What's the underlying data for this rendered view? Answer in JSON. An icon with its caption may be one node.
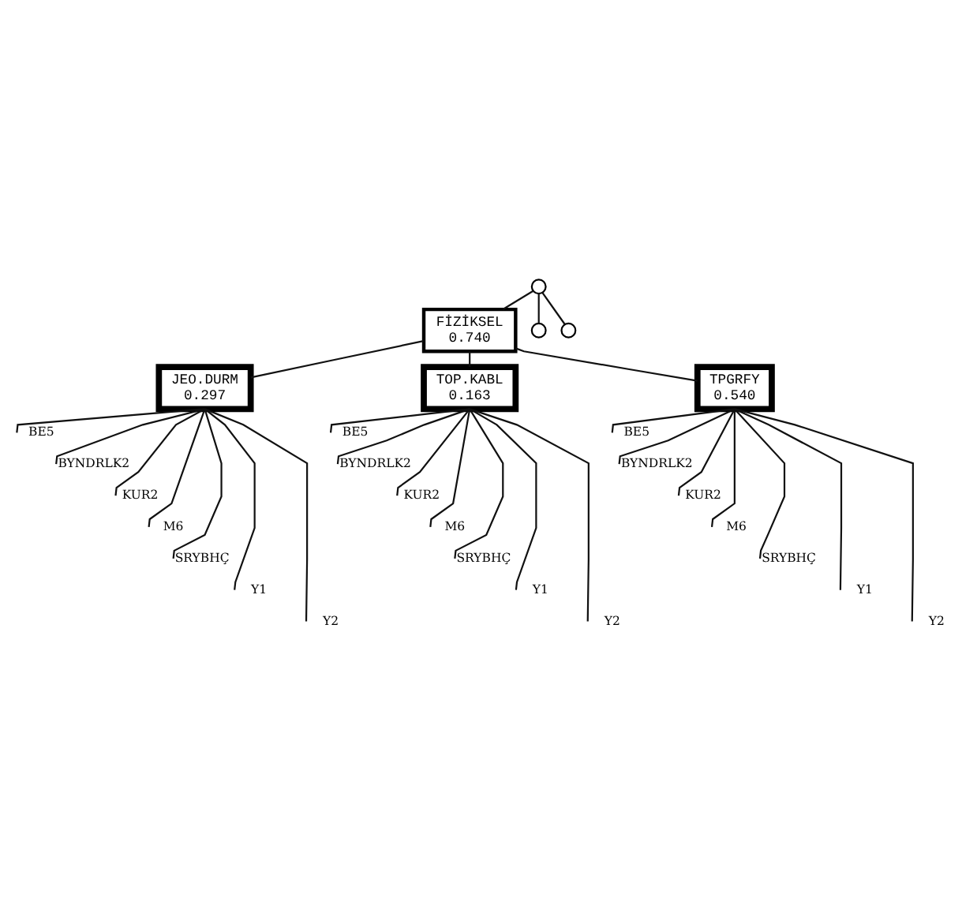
{
  "diagram": {
    "nodes": [
      {
        "text": [],
        "shape": "circle"
      },
      {
        "text": [
          "FİZİKSEL",
          "0.740"
        ]
      },
      {
        "text": [],
        "shape": "circle"
      },
      {
        "text": [],
        "shape": "circle"
      },
      {
        "text": [
          "JEO.DURM",
          "0.297"
        ]
      },
      {
        "text": [
          "TOP.KABL",
          "0.163"
        ]
      },
      {
        "text": [
          "TPGRFY",
          "0.540"
        ]
      },
      {
        "text": [
          "BE5"
        ]
      },
      {
        "text": [
          "BYNDRLK2"
        ]
      },
      {
        "text": [
          "KUR2"
        ]
      },
      {
        "text": [
          "M6"
        ]
      },
      {
        "text": [
          "SRYBHÇ"
        ]
      },
      {
        "text": [
          "Y1"
        ]
      },
      {
        "text": [
          "Y2"
        ]
      },
      {
        "text": [
          "BE5"
        ]
      },
      {
        "text": [
          "BYNDRLK2"
        ]
      },
      {
        "text": [
          "KUR2"
        ]
      },
      {
        "text": [
          "M6"
        ]
      },
      {
        "text": [
          "SRYBHÇ"
        ]
      },
      {
        "text": [
          "Y1"
        ]
      },
      {
        "text": [
          "Y2"
        ]
      },
      {
        "text": [
          "BE5"
        ]
      },
      {
        "text": [
          "BYNDRLK2"
        ]
      },
      {
        "text": [
          "KUR2"
        ]
      },
      {
        "text": [
          "M6"
        ]
      },
      {
        "text": [
          "SRYBHÇ"
        ]
      },
      {
        "text": [
          "Y1"
        ]
      },
      {
        "text": [
          "Y2"
        ]
      }
    ],
    "edges": [
      {
        "from": 0,
        "to": 1,
        "arrow": "none"
      },
      {
        "from": 0,
        "to": 2,
        "arrow": "none"
      },
      {
        "from": 0,
        "to": 3,
        "arrow": "none"
      },
      {
        "from": 1,
        "to": 4,
        "arrow": "none"
      },
      {
        "from": 1,
        "to": 5,
        "arrow": "none"
      },
      {
        "from": 1,
        "to": 6,
        "arrow": "none"
      },
      {
        "from": 4,
        "to": 7,
        "arrow": "none"
      },
      {
        "from": 4,
        "to": 8,
        "arrow": "none"
      },
      {
        "from": 4,
        "to": 9,
        "arrow": "none"
      },
      {
        "from": 4,
        "to": 10,
        "arrow": "none"
      },
      {
        "from": 4,
        "to": 11,
        "arrow": "none"
      },
      {
        "from": 4,
        "to": 12,
        "arrow": "none"
      },
      {
        "from": 4,
        "to": 13,
        "arrow": "none"
      },
      {
        "from": 5,
        "to": 14,
        "arrow": "none"
      },
      {
        "from": 5,
        "to": 15,
        "arrow": "none"
      },
      {
        "from": 5,
        "to": 16,
        "arrow": "none"
      },
      {
        "from": 5,
        "to": 17,
        "arrow": "none"
      },
      {
        "from": 5,
        "to": 18,
        "arrow": "none"
      },
      {
        "from": 5,
        "to": 19,
        "arrow": "none"
      },
      {
        "from": 5,
        "to": 20,
        "arrow": "none"
      },
      {
        "from": 6,
        "to": 21,
        "arrow": "none"
      },
      {
        "from": 6,
        "to": 22,
        "arrow": "none"
      },
      {
        "from": 6,
        "to": 23,
        "arrow": "none"
      },
      {
        "from": 6,
        "to": 24,
        "arrow": "none"
      },
      {
        "from": 6,
        "to": 25,
        "arrow": "none"
      },
      {
        "from": 6,
        "to": 26,
        "arrow": "none"
      },
      {
        "from": 6,
        "to": 27,
        "arrow": "none"
      }
    ]
  }
}
